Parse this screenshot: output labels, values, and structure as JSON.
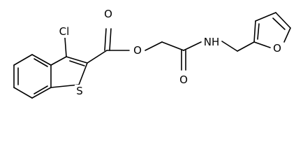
{
  "molecule": {
    "atoms": {
      "cl": "Cl",
      "s": "S",
      "o_ester_carbonyl": "O",
      "o_ester_single": "O",
      "o_amide_carbonyl": "O",
      "nh": "NH",
      "o_furan": "O"
    },
    "colors": {
      "bond": "#000000",
      "label": "#000000",
      "background": "#ffffff"
    }
  }
}
